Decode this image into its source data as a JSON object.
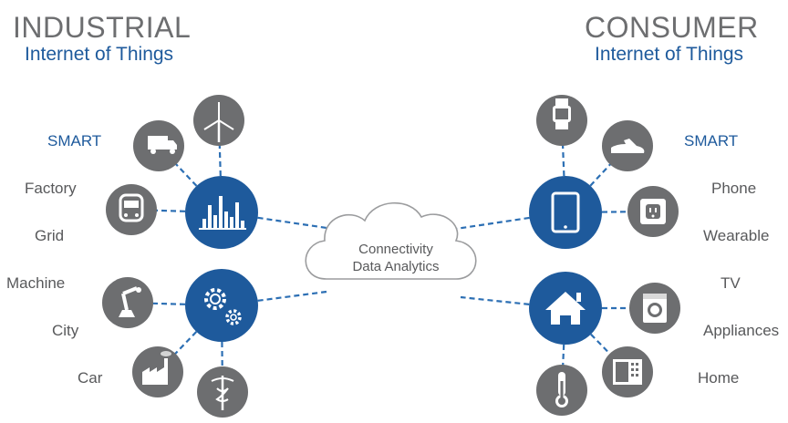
{
  "industrial": {
    "title": "INDUSTRIAL",
    "subtitle": "Internet of Things",
    "labels": [
      "SMART",
      "Factory",
      "Grid",
      "Machine",
      "City",
      "Car"
    ]
  },
  "consumer": {
    "title": "CONSUMER",
    "subtitle": "Internet of Things",
    "labels": [
      "SMART",
      "Phone",
      "Wearable",
      "TV",
      "Appliances",
      "Home"
    ]
  },
  "center": {
    "line1": "Connectivity",
    "line2": "Data Analytics"
  },
  "colors": {
    "hub_blue": "#1e5a9c",
    "node_gray": "#6d6e70",
    "dashed_line": "#2c6fb4"
  },
  "icons": {
    "industrial_hub_top": "bar-chart-icon",
    "industrial_hub_bottom": "gears-icon",
    "industrial_nodes": [
      "truck-icon",
      "wind-turbine-icon",
      "train-icon",
      "robot-arm-icon",
      "factory-icon",
      "caduceus-icon"
    ],
    "consumer_hub_top": "tablet-icon",
    "consumer_hub_bottom": "house-icon",
    "consumer_nodes": [
      "smartwatch-icon",
      "sneaker-icon",
      "power-outlet-icon",
      "washing-machine-icon",
      "appliance-panel-icon",
      "thermometer-icon"
    ]
  }
}
